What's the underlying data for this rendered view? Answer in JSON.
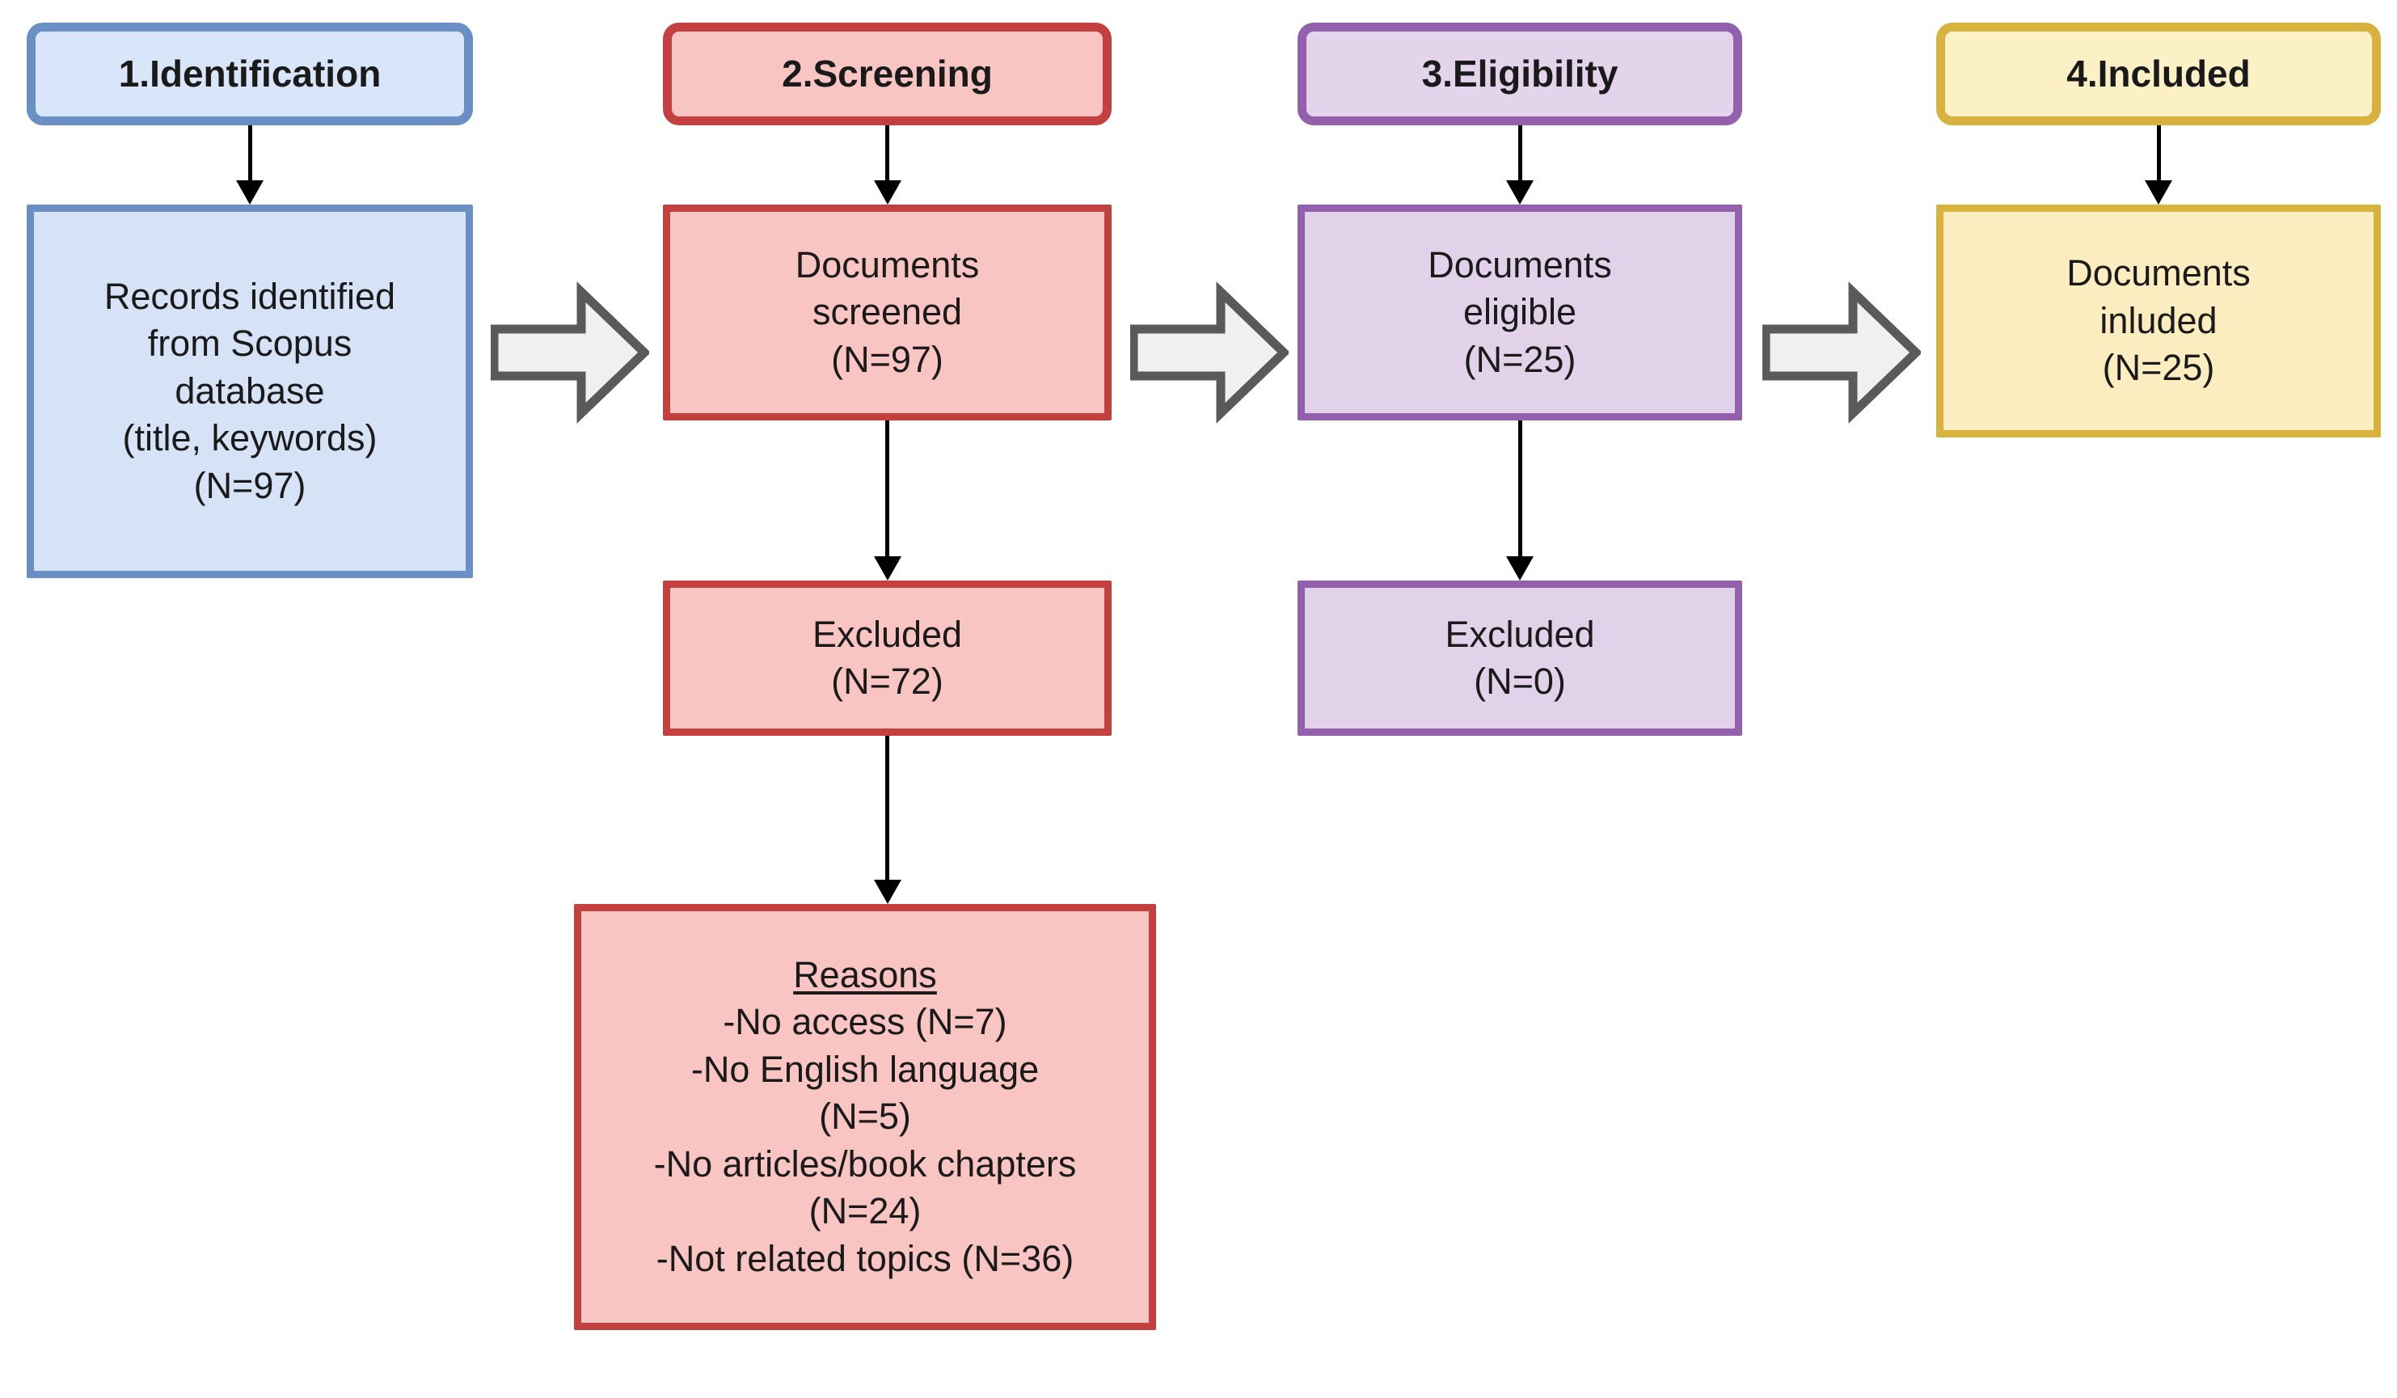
{
  "diagram": {
    "type": "prisma-flow-diagram",
    "title": "PRISMA study selection flow",
    "background": "#ffffff",
    "stages": [
      {
        "id": "identification",
        "header": "1.Identification",
        "accent": "#6a8fc4",
        "fill": "#d6e3f7",
        "body_lines": [
          "Records identified",
          "from Scopus",
          "database",
          "(title, keywords)",
          "(N=97)"
        ],
        "count": 97
      },
      {
        "id": "screening",
        "header": "2.Screening",
        "accent": "#c3403f",
        "fill": "#f8c5c2",
        "body_lines": [
          "Documents",
          "screened",
          "(N=97)"
        ],
        "count": 97,
        "excluded_lines": [
          "Excluded",
          "(N=72)"
        ],
        "excluded_count": 72,
        "reasons_title": "Reasons",
        "reasons_lines": [
          "-No access (N=7)",
          "-No English language",
          "(N=5)",
          "-No articles/book chapters",
          "(N=24)",
          "-Not related topics (N=36)"
        ],
        "reasons": [
          {
            "label": "No access",
            "n": 7
          },
          {
            "label": "No English language",
            "n": 5
          },
          {
            "label": "No articles/book chapters",
            "n": 24
          },
          {
            "label": "Not related topics",
            "n": 36
          }
        ]
      },
      {
        "id": "eligibility",
        "header": "3.Eligibility",
        "accent": "#9260ad",
        "fill": "#e1d2ea",
        "body_lines": [
          "Documents",
          "eligible",
          "(N=25)"
        ],
        "count": 25,
        "excluded_lines": [
          "Excluded",
          "(N=0)"
        ],
        "excluded_count": 0
      },
      {
        "id": "included",
        "header": "4.Included",
        "accent": "#d7b23c",
        "fill": "#fbedbf",
        "body_lines": [
          "Documents",
          "inluded",
          "(N=25)"
        ],
        "count": 25
      }
    ],
    "connectors": {
      "stage_arrow_color": "#5a5a5a",
      "stage_arrow_fill": "#f0f0f0",
      "flow_arrow_color": "#000000",
      "between_stages": [
        {
          "from": "identification",
          "to": "screening"
        },
        {
          "from": "screening",
          "to": "eligibility"
        },
        {
          "from": "eligibility",
          "to": "included"
        }
      ]
    }
  }
}
